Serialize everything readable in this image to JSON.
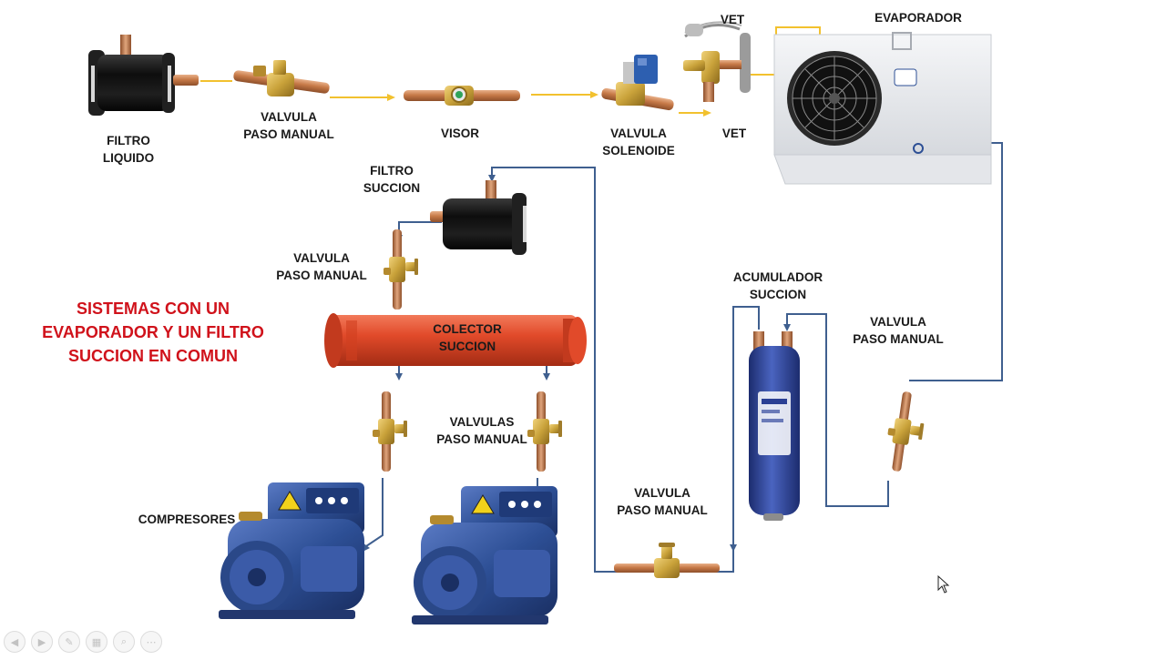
{
  "title": {
    "lines": [
      "SISTEMAS CON UN",
      "EVAPORADOR Y UN FILTRO",
      "SUCCION EN COMUN"
    ]
  },
  "labels": {
    "filtro_liquido": [
      "FILTRO",
      "LIQUIDO"
    ],
    "valvula_paso_manual_top": [
      "VALVULA",
      "PASO MANUAL"
    ],
    "visor": [
      "VISOR"
    ],
    "valvula_solenoide": [
      "VALVULA",
      "SOLENOIDE"
    ],
    "vet_top": [
      "VET"
    ],
    "vet_bottom": [
      "VET"
    ],
    "evaporador": [
      "EVAPORADOR"
    ],
    "filtro_succion": [
      "FILTRO",
      "SUCCION"
    ],
    "valvula_paso_manual_filter": [
      "VALVULA",
      "PASO MANUAL"
    ],
    "colector_succion": [
      "COLECTOR",
      "SUCCION"
    ],
    "acumulador_succion": [
      "ACUMULADOR",
      "SUCCION"
    ],
    "valvula_paso_manual_right": [
      "VALVULA",
      "PASO MANUAL"
    ],
    "valvulas_paso_manual": [
      "VALVULAS",
      "PASO MANUAL"
    ],
    "valvula_paso_manual_bottom": [
      "VALVULA",
      "PASO MANUAL"
    ],
    "compresores": [
      "COMPRESORES"
    ]
  },
  "colors": {
    "title": "#d0121b",
    "liquid_line": "#f2c12e",
    "suction_line": "#3f5f8f",
    "copper": "#c77a48",
    "brass": "#c9a23a",
    "collector": "#e14a2a",
    "compressor": "#2d4f95",
    "filter_body": "#141414",
    "accumulator": "#2a3f94",
    "evaporator": "#e9ebee"
  },
  "toolbar": {
    "icons": [
      "prev-icon",
      "next-icon",
      "pen-icon",
      "slides-icon",
      "zoom-icon",
      "more-icon"
    ],
    "glyphs": [
      "◀",
      "▶",
      "✎",
      "▦",
      "⌕",
      "⋯"
    ]
  }
}
